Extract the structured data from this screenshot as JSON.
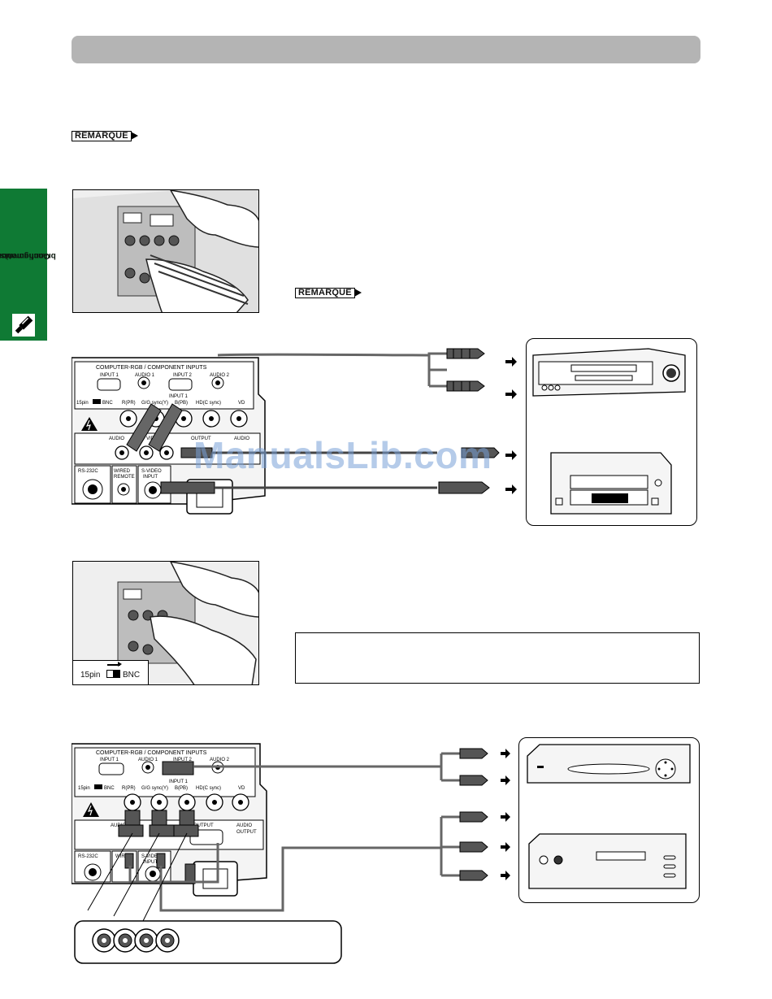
{
  "header": {
    "color": "#b4b4b4"
  },
  "remark_tags": [
    {
      "label": "REMARQUE"
    },
    {
      "label": "REMARQUE"
    }
  ],
  "side_tab": {
    "color": "#0f7a34",
    "line1": "Configuration et",
    "line2": "branchements",
    "icon": "plug-pen-icon"
  },
  "panel1": {
    "header": "COMPUTER-RGB / COMPONENT INPUTS",
    "input1": "INPUT 1",
    "audio1": "AUDIO 1",
    "input2": "INPUT 2",
    "audio2": "AUDIO 2",
    "pin15": "15pin",
    "bnc": "BNC",
    "input1b": "INPUT 1",
    "rpr": "R(PR)",
    "gsync": "G/G sync(Y)",
    "bpb": "B(PB)",
    "hd": "HD(C sync)",
    "vd": "VD",
    "audio": "AUDIO",
    "video": "VIDEO",
    "output": "OUTPUT",
    "audio_out": "AUDIO",
    "rs232": "RS-232C",
    "wired": "WIRED",
    "remote": "REMOTE",
    "svideo": "S-VIDEO",
    "svideo_input": "INPUT"
  },
  "panel2": {
    "header": "COMPUTER-RGB / COMPONENT INPUTS",
    "input1": "INPUT 1",
    "audio1": "AUDIO 1",
    "input2": "INPUT 2",
    "audio2": "AUDIO 2",
    "pin15": "15pin",
    "bnc": "BNC",
    "input1b": "INPUT 1",
    "rpr": "R(PR)",
    "gsync": "G/G sync(Y)",
    "bpb": "B(PB)",
    "hd": "HD(C sync)",
    "vd": "VD",
    "audio": "AUDIO",
    "output": "OUTPUT",
    "audio_out": "AUDIO",
    "output2": "OUTPUT",
    "rs232": "RS-232C",
    "wired": "WIRED",
    "svideo": "S-VIDEO",
    "svideo_input": "INPUT"
  },
  "switch": {
    "left": "15pin",
    "right": "BNC"
  },
  "watermark": "ManualsLib.com"
}
